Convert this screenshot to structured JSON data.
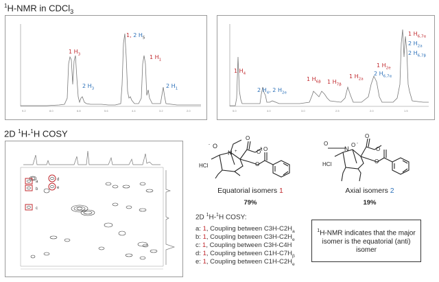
{
  "titles": {
    "nmr_main": "H-NMR in CDCl",
    "nmr_main_sup": "1",
    "nmr_main_sub": "3",
    "cosy_main": "2D H-H COSY",
    "cosy_sup": "1"
  },
  "spectrum_left_labels": [
    {
      "text": "1 H",
      "sub": "3",
      "color": "red"
    },
    {
      "text": "2 H",
      "sub": "3",
      "color": "blue"
    },
    {
      "text": "1, 2 H",
      "sub": "5",
      "color": "red"
    },
    {
      "text": "1 H",
      "sub": "1",
      "color": "red"
    },
    {
      "text": "2 H",
      "sub": "1",
      "color": "blue"
    }
  ],
  "spectrum_right_labels": [
    {
      "text": "1 H",
      "sub": "4",
      "color": "red"
    },
    {
      "text": "2 H",
      "sub": "4",
      "text2": ", 2 H",
      "sub2": "2e",
      "color": "blue"
    },
    {
      "text": "1 H",
      "sub": "6β",
      "color": "red"
    },
    {
      "text": "1 H",
      "sub": "7β",
      "color": "red"
    },
    {
      "text": "1 H",
      "sub": "2a",
      "color": "red"
    },
    {
      "text": "1 H",
      "sub": "2e",
      "color": "red"
    },
    {
      "text": "2 H",
      "sub": "6,7α",
      "color": "blue"
    },
    {
      "text": "1 H",
      "sub": "6,7α",
      "color": "red"
    },
    {
      "text": "2 H",
      "sub": "2a",
      "color": "blue"
    },
    {
      "text": "2 H",
      "sub": "6,7β",
      "color": "blue"
    }
  ],
  "cosy_marks": [
    "a",
    "b",
    "c",
    "d",
    "e"
  ],
  "isomers": {
    "equatorial_label": "Equatorial isomers",
    "equatorial_num": "1",
    "equatorial_pct": "79%",
    "axial_label": "Axial isomers",
    "axial_num": "2",
    "axial_pct": "19%",
    "hcl": "HCl"
  },
  "cosy_list": {
    "header": "2D H-H COSY:",
    "rows": [
      {
        "letter": "a:",
        "num": "1",
        "text": ", Coupling between C3H-C2H",
        "sub": "a"
      },
      {
        "letter": "b:",
        "num": "1",
        "text": ", Coupling between C3H-C2H",
        "sub": "e"
      },
      {
        "letter": "c:",
        "num": "1",
        "text": ", Coupling between C3H-C4H",
        "sub": ""
      },
      {
        "letter": "d:",
        "num": "1",
        "text": ", Coupling between C1H-C7H",
        "sub": "β"
      },
      {
        "letter": "e:",
        "num": "1",
        "text": ", Coupling between C1H-C2H",
        "sub": "e"
      }
    ]
  },
  "note": {
    "sup": "1",
    "text": "H-NMR indicates that the major isomer is the equatorial (anti) isomer"
  },
  "colors": {
    "red": "#c0282d",
    "blue": "#2a6fb8",
    "trace": "#777777"
  }
}
